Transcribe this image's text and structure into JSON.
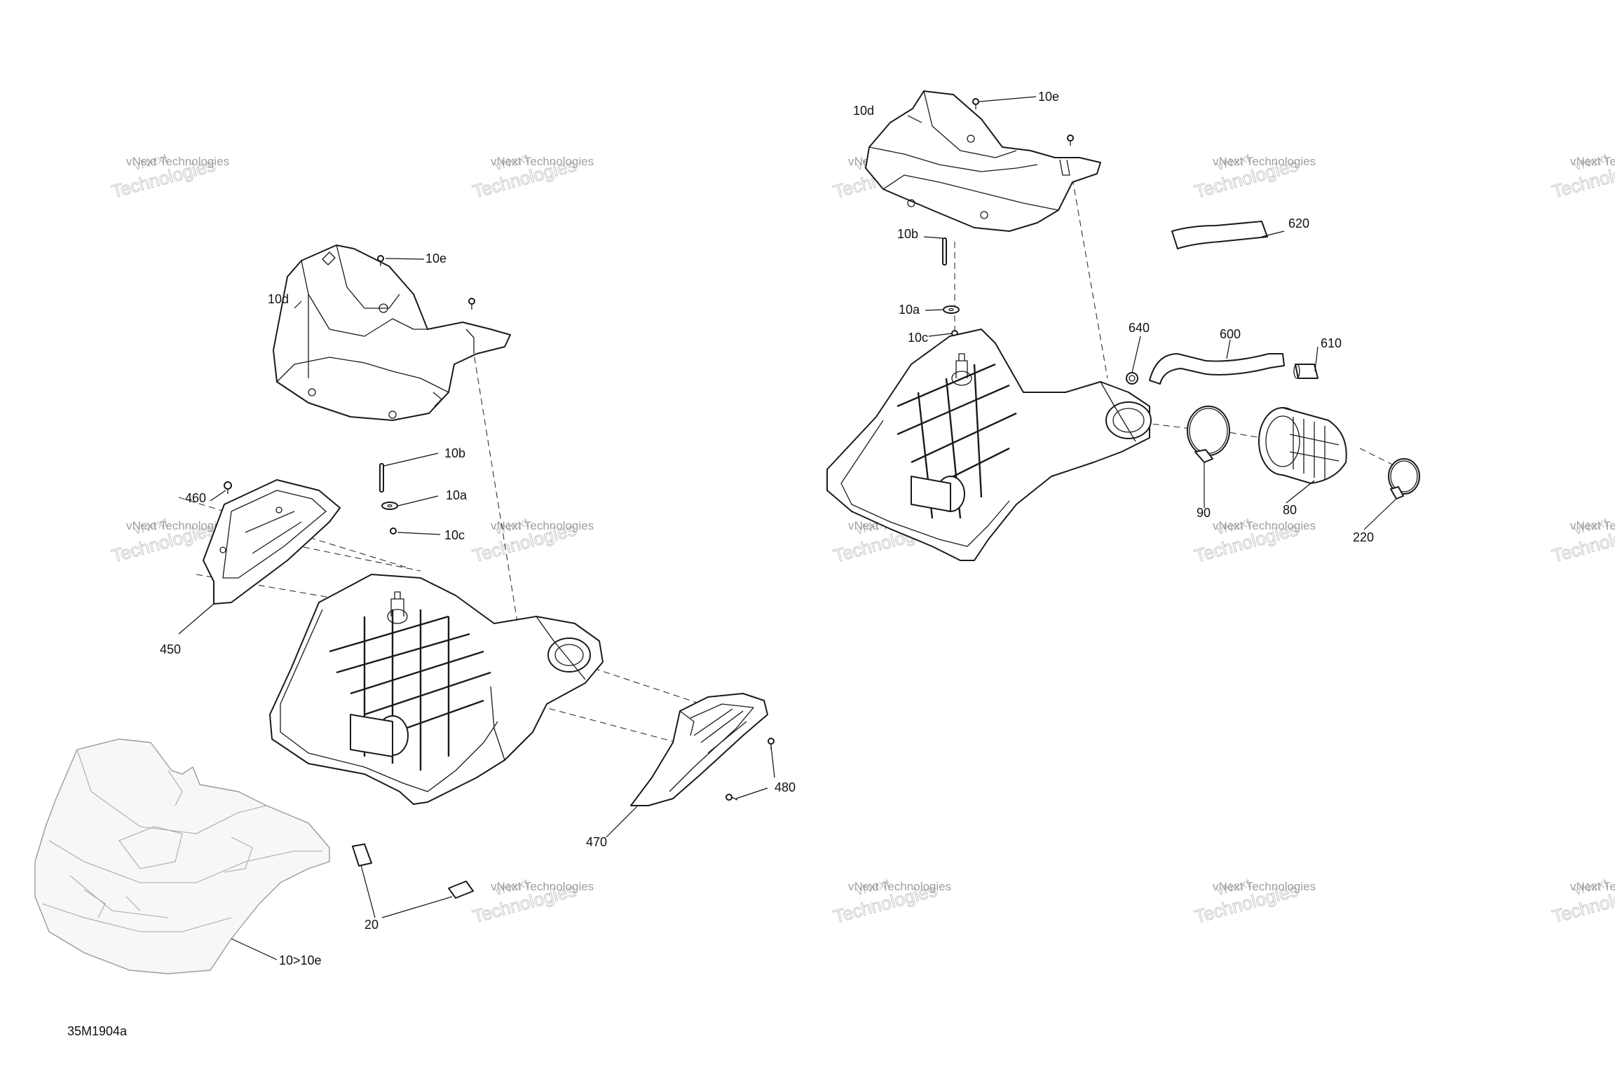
{
  "figure_id": "35M1904a",
  "watermark": {
    "line1": "vNext",
    "line2": "Technologies",
    "line3": "vNext Technologies"
  },
  "callouts": {
    "left_10e": "10e",
    "left_10d": "10d",
    "left_10b": "10b",
    "left_10a": "10a",
    "left_10c": "10c",
    "left_460": "460",
    "left_450": "450",
    "left_470": "470",
    "left_480": "480",
    "left_20": "20",
    "left_10_10e": "10>10e",
    "right_10d": "10d",
    "right_10e": "10e",
    "right_10b": "10b",
    "right_10a": "10a",
    "right_10c": "10c",
    "right_620": "620",
    "right_640": "640",
    "right_600": "600",
    "right_610": "610",
    "right_90": "90",
    "right_80": "80",
    "right_220": "220"
  }
}
